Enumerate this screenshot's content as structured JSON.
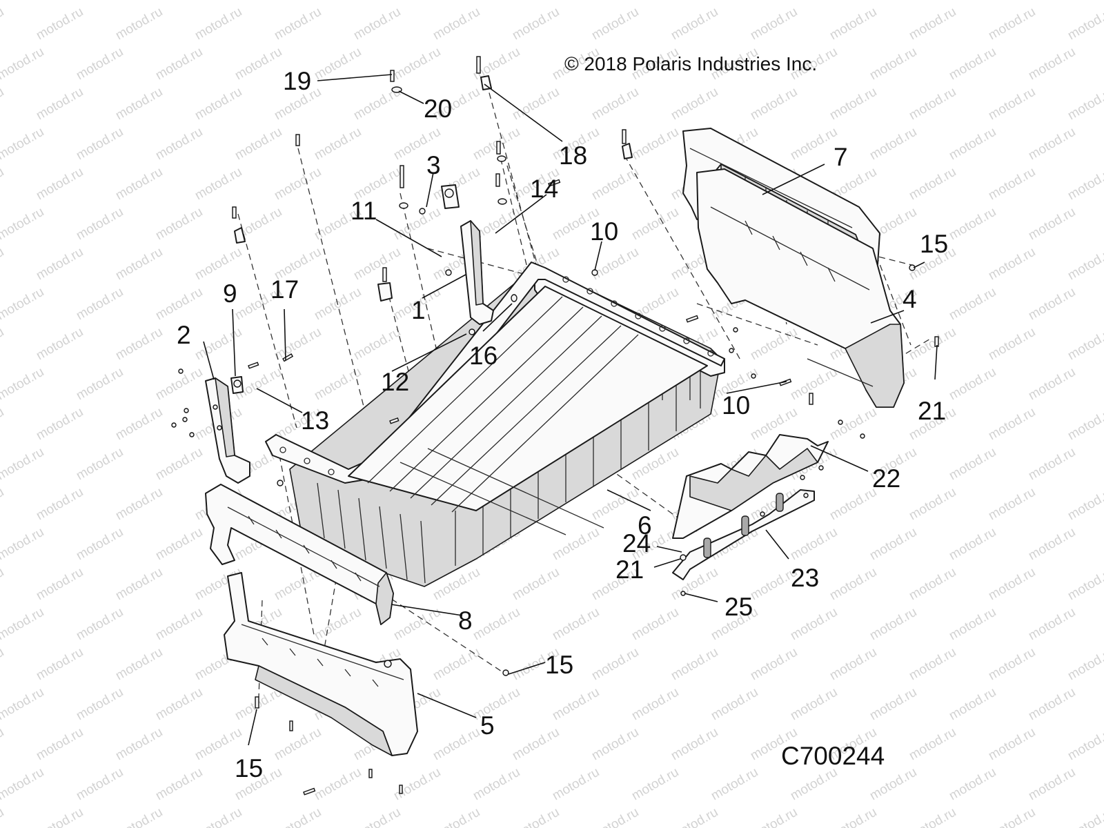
{
  "copyright": "© 2018 Polaris Industries Inc.",
  "drawing_number": "C700244",
  "watermark": "motod.ru",
  "callouts": [
    {
      "id": "c1",
      "label": "1"
    },
    {
      "id": "c2",
      "label": "2"
    },
    {
      "id": "c3",
      "label": "3"
    },
    {
      "id": "c4",
      "label": "4"
    },
    {
      "id": "c5",
      "label": "5"
    },
    {
      "id": "c6",
      "label": "6"
    },
    {
      "id": "c7",
      "label": "7"
    },
    {
      "id": "c8",
      "label": "8"
    },
    {
      "id": "c9",
      "label": "9"
    },
    {
      "id": "c10a",
      "label": "10"
    },
    {
      "id": "c10b",
      "label": "10"
    },
    {
      "id": "c11",
      "label": "11"
    },
    {
      "id": "c12",
      "label": "12"
    },
    {
      "id": "c13",
      "label": "13"
    },
    {
      "id": "c14",
      "label": "14"
    },
    {
      "id": "c15a",
      "label": "15"
    },
    {
      "id": "c15b",
      "label": "15"
    },
    {
      "id": "c15c",
      "label": "15"
    },
    {
      "id": "c16",
      "label": "16"
    },
    {
      "id": "c17",
      "label": "17"
    },
    {
      "id": "c18",
      "label": "18"
    },
    {
      "id": "c19",
      "label": "19"
    },
    {
      "id": "c20",
      "label": "20"
    },
    {
      "id": "c21a",
      "label": "21"
    },
    {
      "id": "c21b",
      "label": "21"
    },
    {
      "id": "c22",
      "label": "22"
    },
    {
      "id": "c23",
      "label": "23"
    },
    {
      "id": "c24",
      "label": "24"
    },
    {
      "id": "c25",
      "label": "25"
    }
  ]
}
